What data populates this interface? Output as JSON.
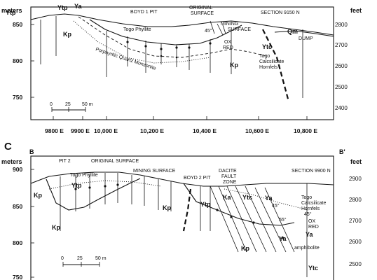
{
  "panel_top": {
    "left_unit": "meters",
    "right_unit": "feet",
    "y_meters": [
      "850",
      "800",
      "750"
    ],
    "y_feet": [
      "2800",
      "2700",
      "2600",
      "2500",
      "2400"
    ],
    "x_ticks": [
      "9800 E",
      "9900 E",
      "10,000 E",
      "10,200 E",
      "10,400 E",
      "10,600 E",
      "10,800 E"
    ],
    "section": "SECTION 9150 N",
    "pit": "BOYD 1 PIT",
    "original_surface_1": "ORIGINAL",
    "original_surface_2": "SURFACE",
    "mining_surface_1": "MINING",
    "mining_surface_2": "SURFACE",
    "units": {
      "ytp1": "Ytp",
      "ytp2": "Ytp",
      "ya": "Ya",
      "kp1": "Kp",
      "kp2": "Kp",
      "ytc": "Ytc",
      "qm": "Qm"
    },
    "dump": "DUMP",
    "togo_phyllite": "Togo Phyllite",
    "porphyritic": "Porphyritic Quartz Monzonite",
    "ox": "OX",
    "red": "RED",
    "angle": "45°",
    "togo_calc_1": "Togo",
    "togo_calc_2": "Calcsilicate",
    "togo_calc_3": "Hornfels",
    "scale": [
      "0",
      "25",
      "50 m"
    ]
  },
  "panel_bottom": {
    "panel_letter": "C",
    "end_left": "B",
    "end_right": "B'",
    "left_unit": "meters",
    "right_unit": "feet",
    "y_meters": [
      "900",
      "850",
      "800",
      "750"
    ],
    "y_feet": [
      "2900",
      "2800",
      "2700",
      "2600",
      "2500"
    ],
    "pit2": "PIT 2",
    "original_surface": "ORIGINAL SURFACE",
    "togo_phyllite": "Togo Phyllite",
    "mining_surface": "MINING SURFACE",
    "boyd2": "BOYD 2 PIT",
    "dacite_1": "DACITE",
    "dacite_2": "FAULT",
    "dacite_3": "ZONE",
    "section": "SECTION 9900 N",
    "units": {
      "kp1": "Kp",
      "ytp1": "Ytp",
      "kp2": "Kp",
      "kp3": "Kp",
      "ytp2": "Ytp",
      "ka": "Ka",
      "ytc1": "Ytc",
      "ya1": "Ya",
      "kp4": "Kp",
      "ya2": "Ya",
      "ya3": "Ya",
      "ytc2": "Ytc"
    },
    "togo_calc_1": "Togo",
    "togo_calc_2": "Calcsilicate",
    "togo_calc_3": "Hornfels",
    "ox": "OX",
    "red": "RED",
    "amphibolite": "amphibolite",
    "angle_a": "45°",
    "angle_b": "55°",
    "angle_c": "45°",
    "scale": [
      "0",
      "25",
      "50 m"
    ]
  }
}
